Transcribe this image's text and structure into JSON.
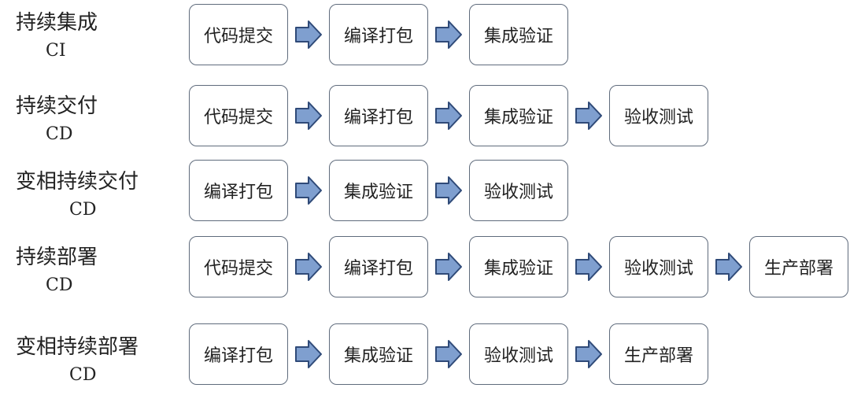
{
  "colors": {
    "arrow_fill": "#7f9fcf",
    "arrow_stroke": "#2f4a78",
    "box_border": "#5f6b7c",
    "text": "#222222"
  },
  "rows": [
    {
      "title": "持续集成",
      "abbr": "CI",
      "steps": [
        "代码提交",
        "编译打包",
        "集成验证"
      ]
    },
    {
      "title": "持续交付",
      "abbr": "CD",
      "steps": [
        "代码提交",
        "编译打包",
        "集成验证",
        "验收测试"
      ]
    },
    {
      "title": "变相持续交付",
      "abbr": "CD",
      "steps": [
        "编译打包",
        "集成验证",
        "验收测试"
      ]
    },
    {
      "title": "持续部署",
      "abbr": "CD",
      "steps": [
        "代码提交",
        "编译打包",
        "集成验证",
        "验收测试",
        "生产部署"
      ]
    },
    {
      "title": "变相持续部署",
      "abbr": "CD",
      "steps": [
        "编译打包",
        "集成验证",
        "验收测试",
        "生产部署"
      ]
    }
  ]
}
